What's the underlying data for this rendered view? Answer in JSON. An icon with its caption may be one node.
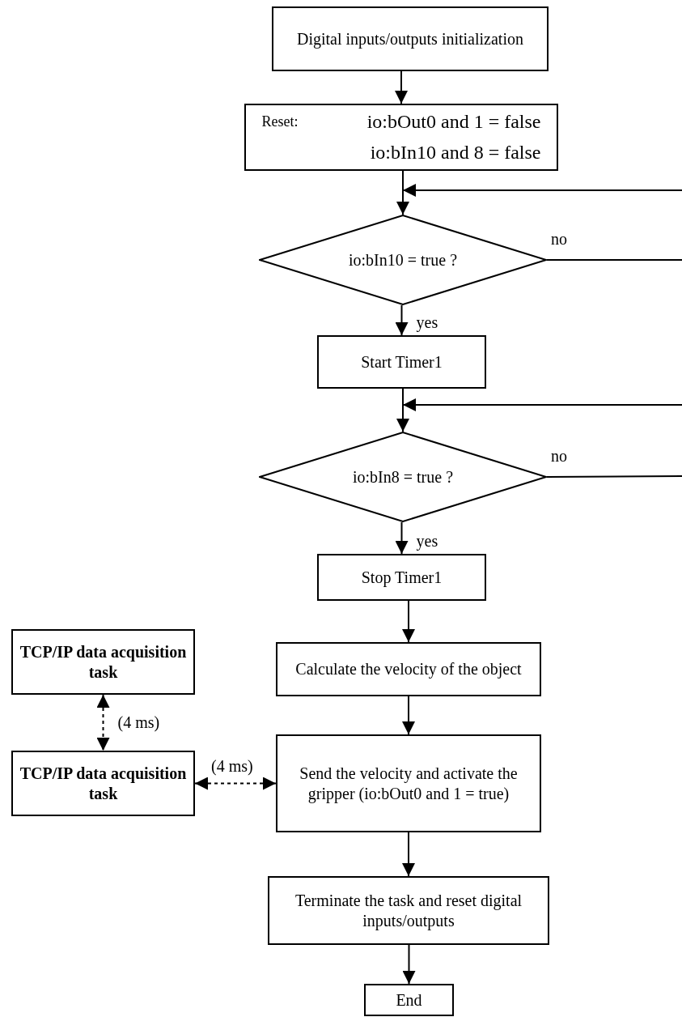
{
  "diagram": {
    "nodes": [
      {
        "text": [
          "Digital inputs/outputs initialization"
        ]
      },
      {
        "text": [
          "Reset:",
          "io:bOut0 and 1 = false io:bIn10 and 8 = false"
        ]
      },
      {
        "text": [
          "io:bIn10 = true ?"
        ]
      },
      {
        "text": [
          "Start Timer1"
        ]
      },
      {
        "text": [
          "io:bIn8 = true ?"
        ]
      },
      {
        "text": [
          "Stop Timer1"
        ]
      },
      {
        "text": [
          "TCP/IP data acquisition task"
        ]
      },
      {
        "text": [
          "Calculate the velocity of the object"
        ]
      },
      {
        "text": [
          "TCP/IP data acquisition task"
        ]
      },
      {
        "text": [
          "Send the velocity and activate the gripper (io:bOut0 and 1 = true)"
        ]
      },
      {
        "text": [
          "Terminate the task and reset digital inputs/outputs"
        ]
      },
      {
        "text": [
          "End"
        ]
      }
    ],
    "edges": [
      {
        "from": 0,
        "to": 1,
        "arrow": "to"
      },
      {
        "from": 1,
        "to": 2,
        "arrow": "to"
      },
      {
        "from": 2,
        "to": 3,
        "arrow": "to",
        "label": "yes"
      },
      {
        "from": 3,
        "to": 4,
        "arrow": "to"
      },
      {
        "from": 4,
        "to": 5,
        "arrow": "to",
        "label": "yes"
      },
      {
        "from": 5,
        "to": 7,
        "arrow": "to"
      },
      {
        "from": 7,
        "to": 9,
        "arrow": "to"
      },
      {
        "from": 9,
        "to": 10,
        "arrow": "to"
      },
      {
        "from": 10,
        "to": 11,
        "arrow": "to"
      },
      {
        "from": 6,
        "to": 8,
        "arrow": "both",
        "style": "dashed",
        "label": "(4 ms)"
      },
      {
        "from": 8,
        "to": 9,
        "arrow": "both",
        "style": "dashed",
        "label": "(4 ms)"
      },
      {
        "from": 2,
        "to": null,
        "arrow": "none",
        "label": "no"
      },
      {
        "from": null,
        "to": 2,
        "arrow": "to"
      },
      {
        "from": 4,
        "to": null,
        "arrow": "none",
        "label": "no"
      },
      {
        "from": null,
        "to": 4,
        "arrow": "to"
      }
    ]
  }
}
